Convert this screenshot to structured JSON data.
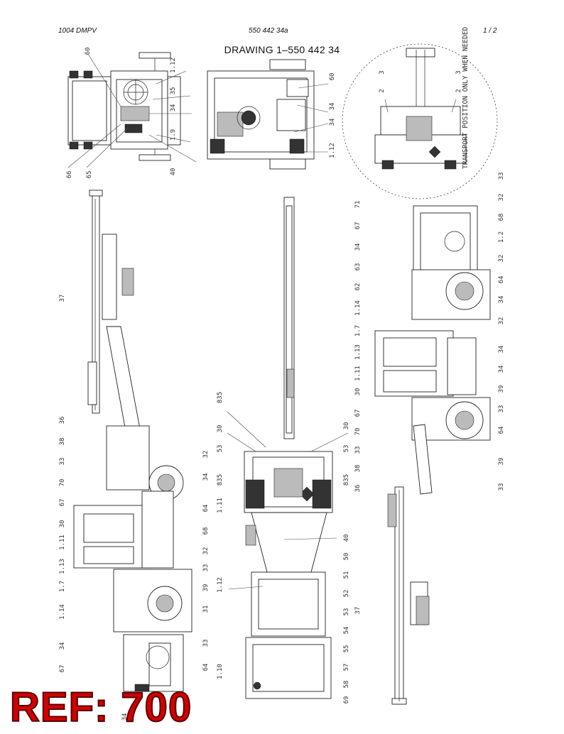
{
  "header": {
    "left": "1004 DMPV",
    "middle": "550 442 34a",
    "right": "1 /  2",
    "title": "DRAWING 1–550 442 34"
  },
  "detail_note": "TRANSPORT POSITION ONLY WHEN NEEDED",
  "stamp": "REF: 700",
  "callouts": {
    "top_left": [
      "60",
      "1.12",
      "35",
      "34",
      "1.9",
      "40",
      "65",
      "66"
    ],
    "top_mid": [
      "60",
      "34",
      "34",
      "1.12"
    ],
    "detail": [
      "2",
      "3",
      "2",
      "3"
    ],
    "left_view": [
      "37",
      "36",
      "38",
      "33",
      "70",
      "67",
      "30",
      "1.11",
      "1.13",
      "1.7",
      "1.14",
      "34",
      "67",
      "32",
      "34",
      "64",
      "68",
      "32",
      "33",
      "39",
      "31",
      "33",
      "64",
      "34"
    ],
    "mid_view": [
      "835",
      "30",
      "53",
      "30",
      "53",
      "835",
      "1.11",
      "835",
      "40",
      "50",
      "51",
      "52",
      "53",
      "54",
      "55",
      "57",
      "58",
      "69",
      "1.12",
      "1.10"
    ],
    "right_view": [
      "71",
      "67",
      "34",
      "63",
      "62",
      "1.14",
      "1.7",
      "1.13",
      "1.11",
      "30",
      "67",
      "70",
      "33",
      "38",
      "36",
      "33",
      "32",
      "68",
      "1.2",
      "32",
      "64",
      "34",
      "32",
      "34",
      "34",
      "39",
      "33",
      "64",
      "39",
      "33",
      "37"
    ]
  }
}
